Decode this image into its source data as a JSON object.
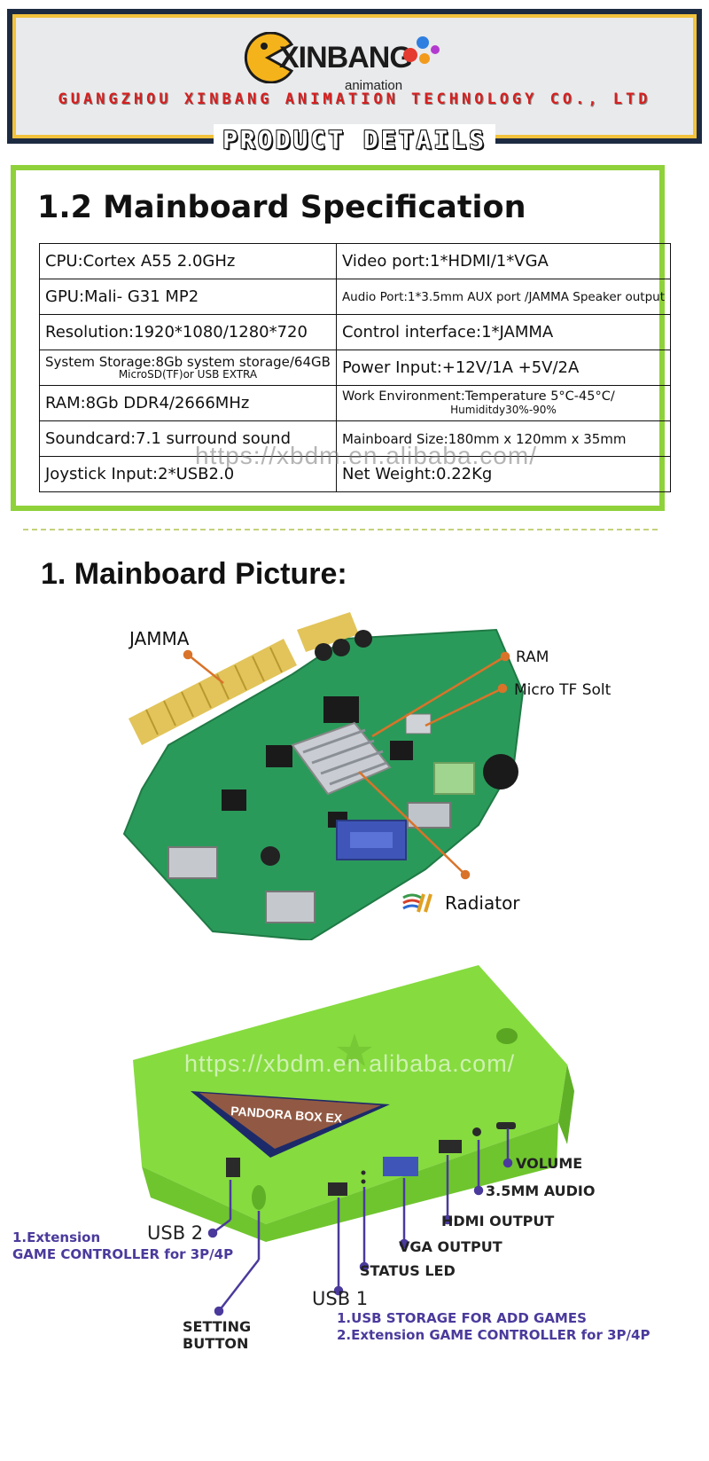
{
  "header": {
    "logo_word": "XINBANG",
    "logo_sub": "animation",
    "company": "GUANGZHOU XINBANG ANIMATION TECHNOLOGY CO., LTD",
    "banner": "PRODUCT DETAILS"
  },
  "spec": {
    "title": "1.2 Mainboard Specification",
    "rows": [
      [
        "CPU:Cortex A55 2.0GHz",
        "Video port:1*HDMI/1*VGA"
      ],
      [
        "GPU:Mali- G31 MP2",
        "Audio Port:1*3.5mm AUX port /JAMMA Speaker output"
      ],
      [
        "Resolution:1920*1080/1280*720",
        "Control interface:1*JAMMA"
      ],
      [
        "System Storage:8Gb system storage/64GB",
        "Power Input:+12V/1A   +5V/2A"
      ],
      [
        "RAM:8Gb DDR4/2666MHz",
        "Work Environment:Temperature 5°C-45°C/"
      ],
      [
        "Soundcard:7.1 surround sound",
        "Mainboard Size:180mm x 120mm x 35mm"
      ],
      [
        "Joystick Input:2*USB2.0",
        "Net Weight:0.22Kg"
      ]
    ],
    "storage_sub": "MicroSD(TF)or USB EXTRA",
    "env_sub": "Humiditdy30%-90%",
    "watermark": "https://xbdm.en.alibaba.com/"
  },
  "mainboard": {
    "title": "1. Mainboard Picture:",
    "labels": {
      "jamma": "JAMMA",
      "ram": "RAM",
      "tf": "Micro TF Solt",
      "radiator": "Radiator"
    }
  },
  "device": {
    "watermark": "https://xbdm.en.alibaba.com/",
    "cover_text": "PANDORA BOX EX",
    "labels": {
      "volume": "VOLUME",
      "audio": "3.5MM AUDIO",
      "hdmi": "HDMI OUTPUT",
      "vga": "VGA OUTPUT",
      "led": "STATUS LED",
      "usb2": "USB 2",
      "usb1": "USB 1",
      "setting1": "SETTING",
      "setting2": "BUTTON"
    },
    "usb2_notes": [
      "1.Extension",
      "GAME CONTROLLER for 3P/4P"
    ],
    "usb1_notes": [
      "1.USB STORAGE FOR ADD GAMES",
      "2.Extension GAME CONTROLLER for 3P/4P"
    ]
  },
  "colors": {
    "frame_green": "#8fd13a",
    "header_navy": "#1d2b42",
    "header_gold": "#f2c23c",
    "company_red": "#d42020",
    "pointer_orange": "#d9732a",
    "pointer_purple": "#4b3a9c",
    "board_green": "#2a9a5a",
    "device_green": "#7fd43a"
  }
}
